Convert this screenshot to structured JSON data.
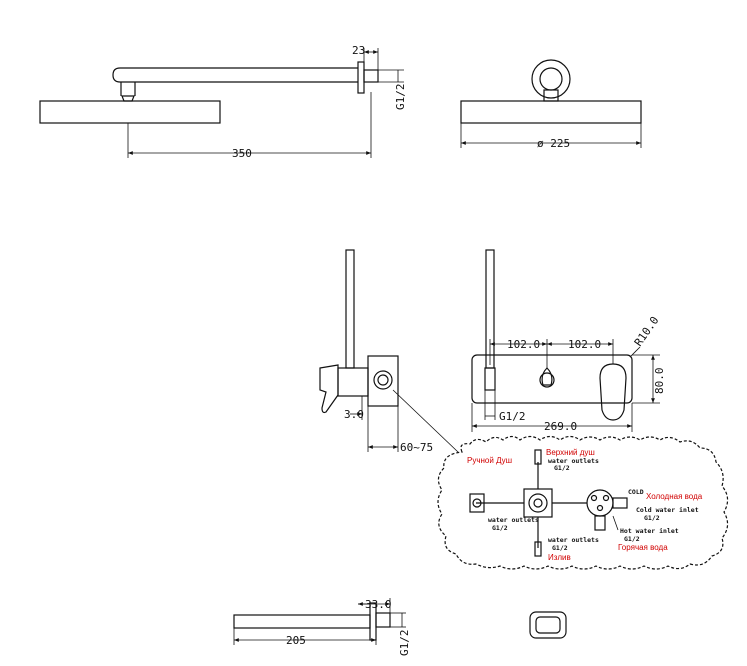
{
  "shower_head_side": {
    "dim_length": "350",
    "dim_offset": "23",
    "dim_thread": "G1/2"
  },
  "shower_head_front": {
    "dim_diameter": "ø 225"
  },
  "valve_side": {
    "dim_plate": "3.0",
    "dim_depth": "60~75"
  },
  "valve_front": {
    "dim_spacing_left": "102.0",
    "dim_spacing_right": "102.0",
    "dim_radius": "R10.0",
    "dim_height": "80.0",
    "dim_width": "269.0",
    "dim_thread": "G1/2"
  },
  "detail": {
    "label_top_ru": "Верхний душ",
    "label_top_en": "water outlets",
    "label_top_thread": "G1/2",
    "label_left_ru": "Ручной Душ",
    "label_left_en": "water outlets",
    "label_left_thread": "G1/2",
    "label_cold_ru": "Холодная вода",
    "label_cold_tag": "COLD",
    "label_cold_en": "Cold water inlet",
    "label_cold_thread": "G1/2",
    "label_hot_en": "Hot water inlet",
    "label_hot_thread": "G1/2",
    "label_hot_ru": "Горячая вода",
    "label_bottom_en": "water outlets",
    "label_bottom_thread": "G1/2",
    "label_bottom_ru": "Излив"
  },
  "spout_side": {
    "dim_offset": "33.0",
    "dim_length": "205",
    "dim_thread": "G1/2"
  }
}
